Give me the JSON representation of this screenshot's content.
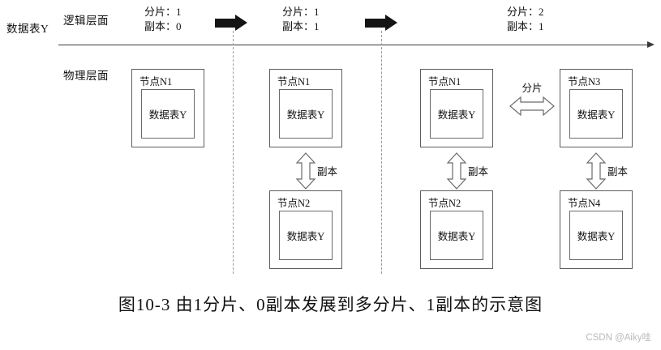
{
  "figure": {
    "caption": "图10-3    由1分片、0副本发展到多分片、1副本的示意图",
    "watermark": "CSDN @Aiky哇"
  },
  "layers": {
    "logical_label": "逻辑层面",
    "physical_label": "物理层面",
    "timeline_label": "数据表Y"
  },
  "stages": [
    {
      "shard_line": "分片：1",
      "replica_line": "副本：0",
      "nodes": [
        {
          "title": "节点N1",
          "table": "数据表Y"
        }
      ],
      "replica_arrow_label": null
    },
    {
      "shard_line": "分片：1",
      "replica_line": "副本：1",
      "nodes": [
        {
          "title": "节点N1",
          "table": "数据表Y"
        },
        {
          "title": "节点N2",
          "table": "数据表Y"
        }
      ],
      "replica_arrow_label": "副本"
    },
    {
      "shard_line": "分片：2",
      "replica_line": "副本：1",
      "shard_arrow_label": "分片",
      "nodes": [
        {
          "title": "节点N1",
          "table": "数据表Y"
        },
        {
          "title": "节点N2",
          "table": "数据表Y"
        },
        {
          "title": "节点N3",
          "table": "数据表Y"
        },
        {
          "title": "节点N4",
          "table": "数据表Y"
        }
      ],
      "replica_arrow_label_left": "副本",
      "replica_arrow_label_right": "副本"
    }
  ],
  "colors": {
    "box_border": "#5d5d5d",
    "inner_border": "#6a6a6a",
    "arrow_solid": "#141414",
    "dashed": "#9a9a9a",
    "text": "#111111",
    "watermark": "#b9b9b9"
  }
}
